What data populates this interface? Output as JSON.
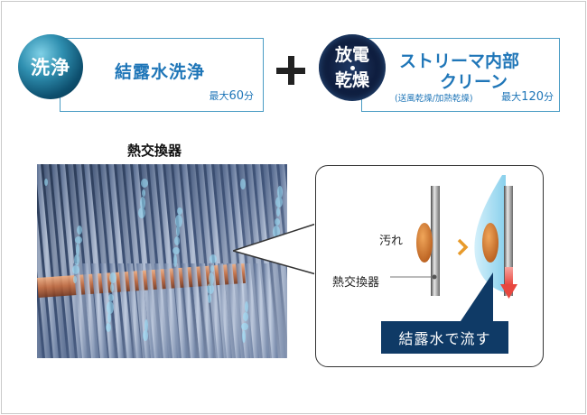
{
  "wash": {
    "badge": "洗浄",
    "title": "結露水洗浄",
    "max_prefix": "最大",
    "max_value": "60",
    "max_unit": "分"
  },
  "plus_symbol": "+",
  "streamer": {
    "badge_line1": "放電",
    "badge_line2": "乾燥",
    "title_line1": "ストリーマ内部",
    "title_line2": "クリーン",
    "note": "(送風乾燥/加熱乾燥)",
    "max_prefix": "最大",
    "max_value": "120",
    "max_unit": "分"
  },
  "photo": {
    "title": "熱交換器"
  },
  "diagram": {
    "dirt_label": "汚れ",
    "heat_exchanger_label": "熱交換器",
    "flush_label": "結露水で流す"
  },
  "colors": {
    "accent_blue": "#1f76b8",
    "box_border": "#4a9cc4",
    "navy": "#0f3a66",
    "arrow_red": "#e8473f",
    "arrow_orange": "#e89a2a",
    "dirt_orange": "#d9782c"
  }
}
